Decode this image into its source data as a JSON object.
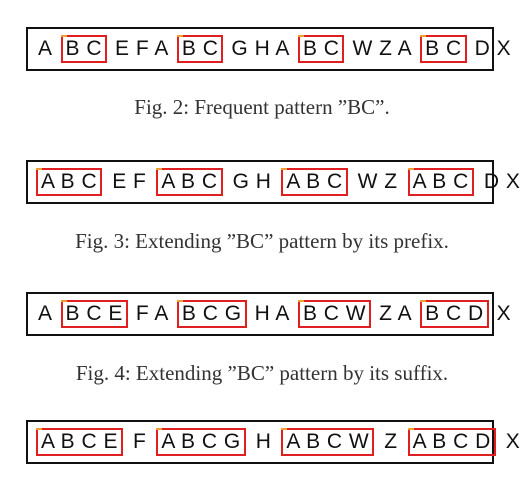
{
  "colors": {
    "border": "#111111",
    "highlight": "#e02020",
    "accent": "#f0a030",
    "caption": "#333333"
  },
  "rows": [
    {
      "tokens": [
        {
          "text": "A",
          "boxed": false
        },
        {
          "text": "B C",
          "boxed": true
        },
        {
          "text": "E F A",
          "boxed": false
        },
        {
          "text": "B C",
          "boxed": true
        },
        {
          "text": "G H A",
          "boxed": false
        },
        {
          "text": "B C",
          "boxed": true
        },
        {
          "text": "W Z A",
          "boxed": false
        },
        {
          "text": "B C",
          "boxed": true
        },
        {
          "text": "D X",
          "boxed": false
        }
      ]
    },
    {
      "tokens": [
        {
          "text": "A B C",
          "boxed": true
        },
        {
          "text": "E F",
          "boxed": false
        },
        {
          "text": "A B C",
          "boxed": true
        },
        {
          "text": "G H",
          "boxed": false
        },
        {
          "text": "A B C",
          "boxed": true
        },
        {
          "text": "W Z",
          "boxed": false
        },
        {
          "text": "A B C",
          "boxed": true
        },
        {
          "text": "D X",
          "boxed": false
        }
      ]
    },
    {
      "tokens": [
        {
          "text": "A",
          "boxed": false
        },
        {
          "text": "B C E",
          "boxed": true
        },
        {
          "text": "F A",
          "boxed": false
        },
        {
          "text": "B C G",
          "boxed": true
        },
        {
          "text": "H A",
          "boxed": false
        },
        {
          "text": "B C W",
          "boxed": true
        },
        {
          "text": "Z A",
          "boxed": false
        },
        {
          "text": "B C D",
          "boxed": true
        },
        {
          "text": "X",
          "boxed": false
        }
      ]
    },
    {
      "tokens": [
        {
          "text": "A B C E",
          "boxed": true
        },
        {
          "text": "F",
          "boxed": false
        },
        {
          "text": "A B C G",
          "boxed": true
        },
        {
          "text": "H",
          "boxed": false
        },
        {
          "text": "A B C W",
          "boxed": true
        },
        {
          "text": "Z",
          "boxed": false
        },
        {
          "text": "A B C D",
          "boxed": true
        },
        {
          "text": "X",
          "boxed": false
        }
      ]
    }
  ],
  "captions": [
    "Fig. 2: Frequent pattern ”BC”.",
    "Fig. 3: Extending ”BC” pattern by its prefix.",
    "Fig. 4: Extending ”BC” pattern by its suffix."
  ]
}
